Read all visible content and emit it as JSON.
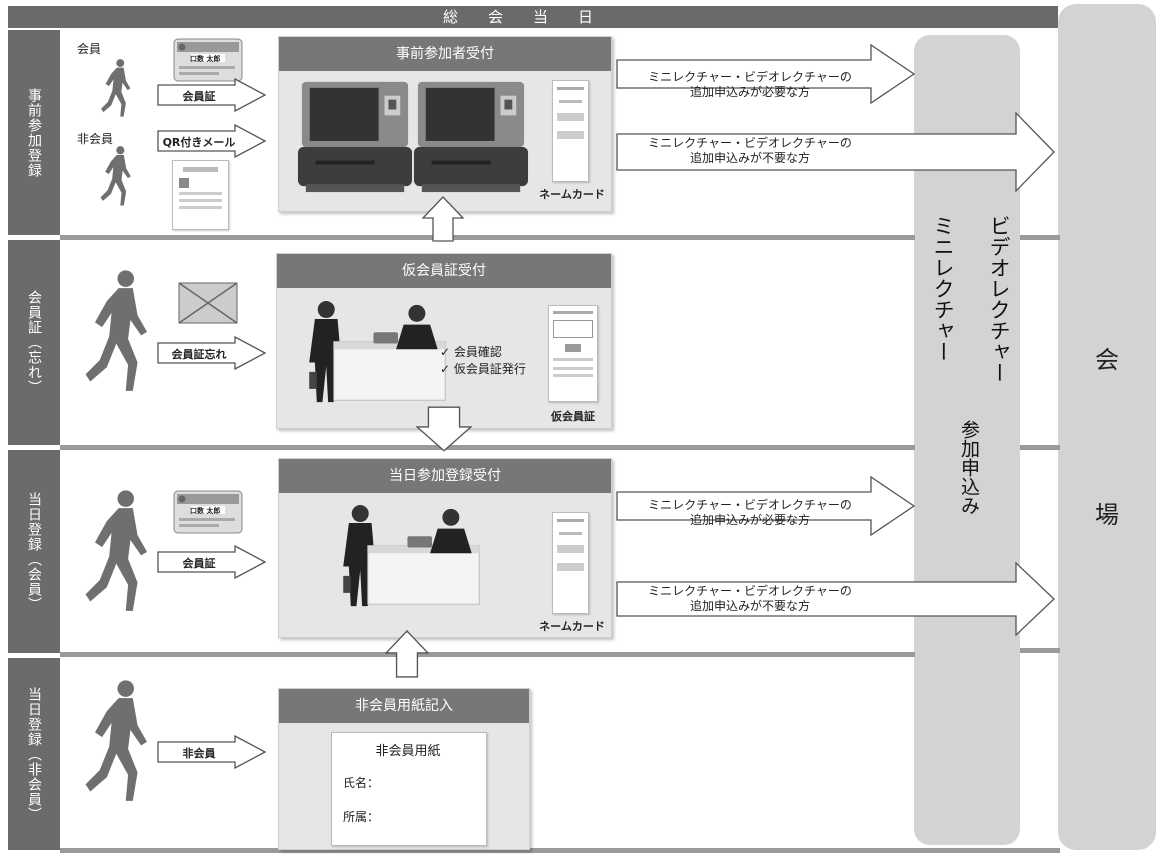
{
  "header": {
    "title": "総会当日"
  },
  "rows": {
    "pre_registered": {
      "label": "事前参加登録",
      "member": "会員",
      "non_member": "非会員",
      "member_card_tag": "会員証",
      "qr_tag": "QR付きメール"
    },
    "forgot_card": {
      "label": "会員証（忘れ）",
      "tag": "会員証忘れ"
    },
    "same_day_member": {
      "label": "当日登録（会員）",
      "tag": "会員証"
    },
    "same_day_nonmember": {
      "label": "当日登録（非会員）",
      "tag": "非会員"
    }
  },
  "panels": {
    "pre_reception": {
      "title": "事前参加者受付",
      "name_card": "ネームカード"
    },
    "temp_card": {
      "title": "仮会員証受付",
      "check1": "✓ 会員確認",
      "check2": "✓ 仮会員証発行",
      "doc_label": "仮会員証"
    },
    "same_day": {
      "title": "当日参加登録受付",
      "name_card": "ネームカード"
    },
    "nonmember_form": {
      "title": "非会員用紙記入",
      "form_title": "非会員用紙",
      "field_name": "氏名：",
      "field_affil": "所属："
    }
  },
  "card": {
    "name": "口数 太郎"
  },
  "routes": {
    "need_line1": "ミニレクチャー・ビデオレクチャーの",
    "need_line2": "追加申込みが必要な方",
    "noneed_line1": "ミニレクチャー・ビデオレクチャーの",
    "noneed_line2": "追加申込みが不要な方"
  },
  "lecture_column": {
    "col_a": "ビデオレクチャー",
    "col_b": "ミニレクチャー",
    "col_c": "参加申込み"
  },
  "venue": {
    "top": "会",
    "bottom": "場"
  },
  "colors": {
    "panel_bg": "#e6e6e6",
    "title_bar": "#777777",
    "label_bar": "#6b6b6b",
    "figure": "#6f6f6f"
  }
}
